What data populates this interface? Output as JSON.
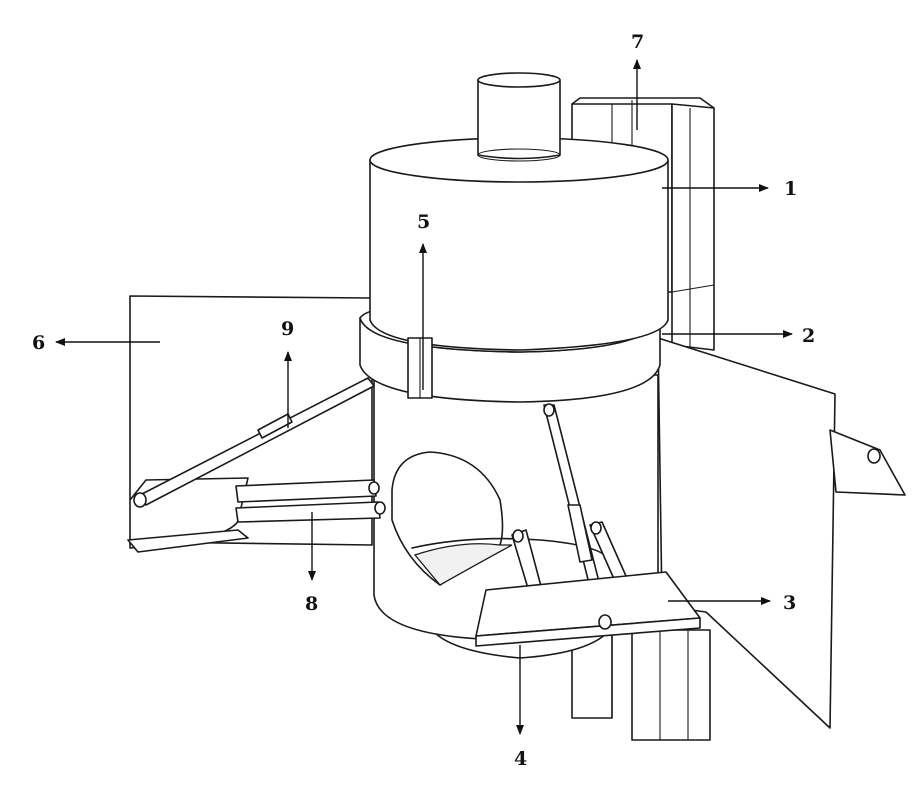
{
  "figure": {
    "callouts": [
      {
        "id": "c1",
        "label": "1"
      },
      {
        "id": "c2",
        "label": "2"
      },
      {
        "id": "c3",
        "label": "3"
      },
      {
        "id": "c4",
        "label": "4"
      },
      {
        "id": "c5",
        "label": "5"
      },
      {
        "id": "c6",
        "label": "6"
      },
      {
        "id": "c7",
        "label": "7"
      },
      {
        "id": "c8",
        "label": "8"
      },
      {
        "id": "c9",
        "label": "9"
      }
    ]
  }
}
